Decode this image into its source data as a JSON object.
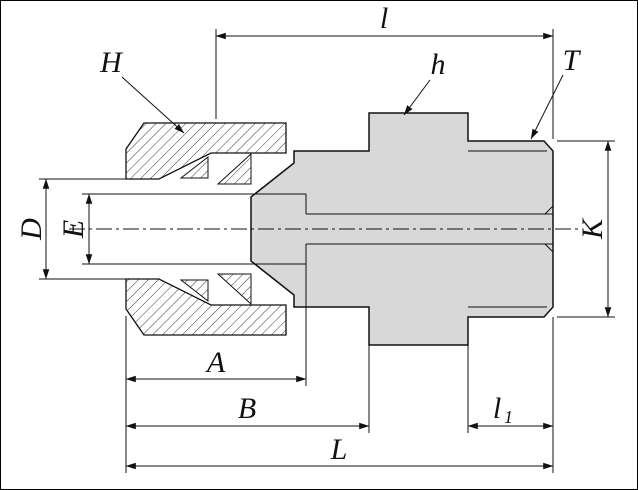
{
  "drawing": {
    "description": "Dimensioned cross-section drawing of a compression tube fitting male connector",
    "labels": {
      "top_length": "l",
      "nut_hex": "H",
      "body_hex": "h",
      "thread": "T",
      "hole_diameter": "D",
      "bore_diameter": "E",
      "wrench_height": "K",
      "length_a": "A",
      "length_b": "B",
      "thread_length_main": "l",
      "thread_length_sub": "1",
      "overall_length": "L"
    },
    "colors": {
      "line": "#111111",
      "body_fill": "#d8d8d8",
      "background": "#ffffff"
    }
  }
}
